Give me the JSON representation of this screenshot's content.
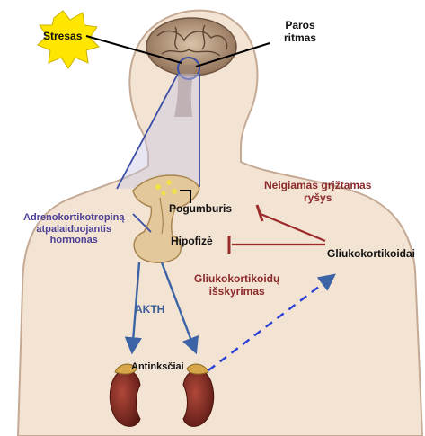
{
  "labels": {
    "stress": "Stresas",
    "circadian_line1": "Paros",
    "circadian_line2": "ritmas",
    "hypothalamus": "Pogumburis",
    "pituitary": "Hipofizė",
    "crh_line1": "Adrenokortikotropiną",
    "crh_line2": "atpalaiduojantis",
    "crh_line3": "hormonas",
    "negative_feedback_line1": "Neigiamas grįžtamas",
    "negative_feedback_line2": "ryšys",
    "glucocorticoids": "Gliukokortikoidai",
    "gc_release_line1": "Gliukokortikoidų",
    "gc_release_line2": "išskyrimas",
    "acth": "AKTH",
    "adrenals": "Antinksčiai"
  },
  "colors": {
    "skin": "#f3e3d3",
    "outline": "#bfa48e",
    "arrow_blue": "#3b63a6",
    "inhibit_red": "#9b2a2a",
    "star_yellow": "#ffe600",
    "label_purple": "#4b3f94",
    "label_red": "#8b2a2a"
  }
}
